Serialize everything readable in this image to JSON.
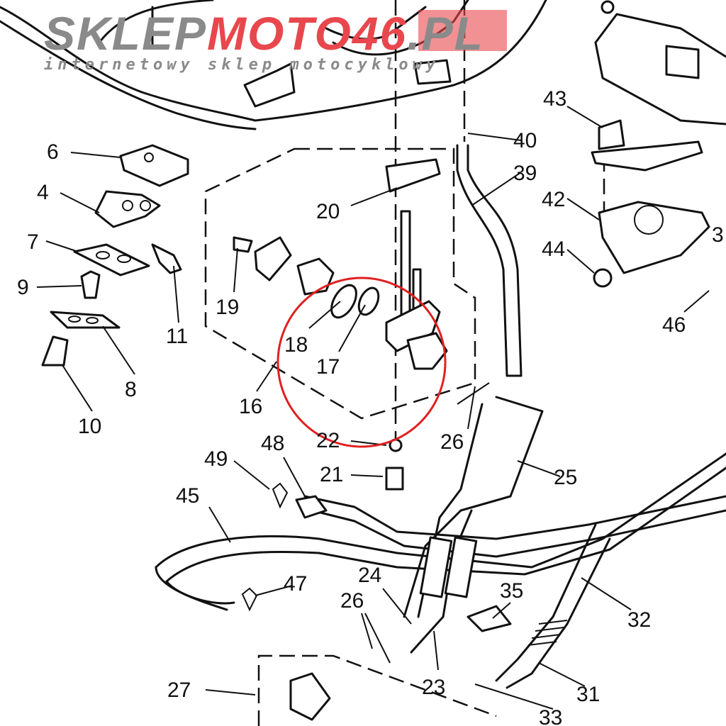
{
  "diagram": {
    "title": "Fuel cock / fuel hose parts diagram",
    "highlight_color": "#e02020",
    "callouts": [
      "6",
      "4",
      "7",
      "9",
      "11",
      "8",
      "10",
      "19",
      "18",
      "17",
      "16",
      "20",
      "22",
      "21",
      "26",
      "25",
      "40",
      "39",
      "43",
      "42",
      "44",
      "46",
      "3",
      "49",
      "48",
      "45",
      "47",
      "24",
      "26",
      "35",
      "32",
      "23",
      "27",
      "31",
      "33"
    ]
  },
  "watermark": {
    "brand_gray": "SKLEP",
    "brand_red": "MOTO46",
    "brand_tail": ".PL",
    "tagline": "internetowy sklep motocyklowy",
    "gray_color": "#8a8a8a",
    "red_color": "#e8484d"
  }
}
